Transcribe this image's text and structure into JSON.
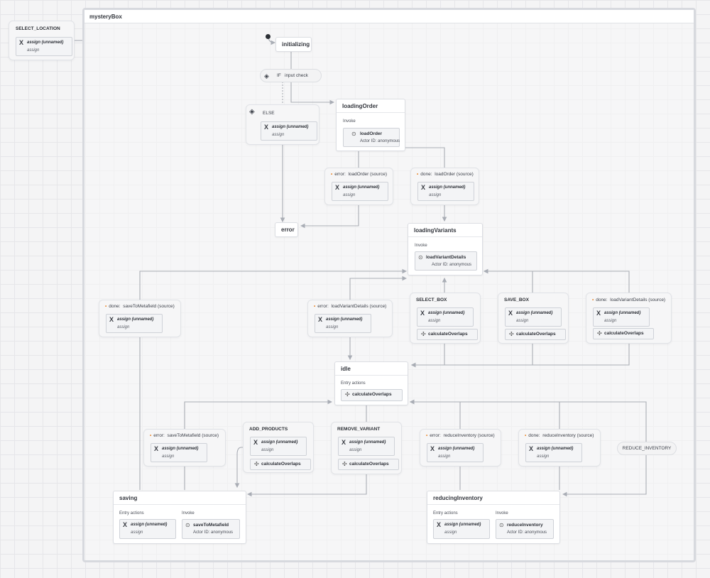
{
  "machine": {
    "title": "mysteryBox"
  },
  "labels": {
    "assign_unnamed": "assign (unnamed)",
    "assign": "assign",
    "invoke": "Invoke",
    "entry_actions": "Entry actions",
    "actor_id": "Actor ID:  anonymous",
    "calculate_overlaps": "calculateOverlaps",
    "if": "IF",
    "input_check": "input check",
    "else": "ELSE"
  },
  "states": {
    "initializing": "initializing",
    "loadingOrder": {
      "title": "loadingOrder",
      "invoke": "loadOrder"
    },
    "error": "error",
    "loadingVariants": {
      "title": "loadingVariants",
      "invoke": "loadVariantDetails"
    },
    "idle": "idle",
    "saving": {
      "title": "saving",
      "invoke": "saveToMetafield"
    },
    "reducingInventory": {
      "title": "reducingInventory",
      "invoke": "reduceInventory"
    }
  },
  "events": {
    "select_location": "SELECT_LOCATION",
    "select_box": "SELECT_BOX",
    "save_box": "SAVE_BOX",
    "add_products": "ADD_PRODUCTS",
    "remove_variant": "REMOVE_VARIANT",
    "reduce_inventory": "REDUCE_INVENTORY",
    "error_loadorder": {
      "prefix": "error:",
      "name": "loadOrder (source)"
    },
    "done_loadorder": {
      "prefix": "done:",
      "name": "loadOrder (source)"
    },
    "done_savetometafield": {
      "prefix": "done:",
      "name": "saveToMetafield (source)"
    },
    "error_loadvariantdetails": {
      "prefix": "error:",
      "name": "loadVariantDetails (source)"
    },
    "done_loadvariantdetails": {
      "prefix": "done:",
      "name": "loadVariantDetails (source)"
    },
    "error_savetometafield": {
      "prefix": "error:",
      "name": "saveToMetafield (source)"
    },
    "error_reduceinventory": {
      "prefix": "error:",
      "name": "reduceInventory (source)"
    },
    "done_reduceinventory": {
      "prefix": "done:",
      "name": "reduceInventory (source)"
    }
  },
  "colors": {
    "accent_dot": "#e8862a",
    "edge": "#a9adb5",
    "border": "#dcdee3"
  }
}
